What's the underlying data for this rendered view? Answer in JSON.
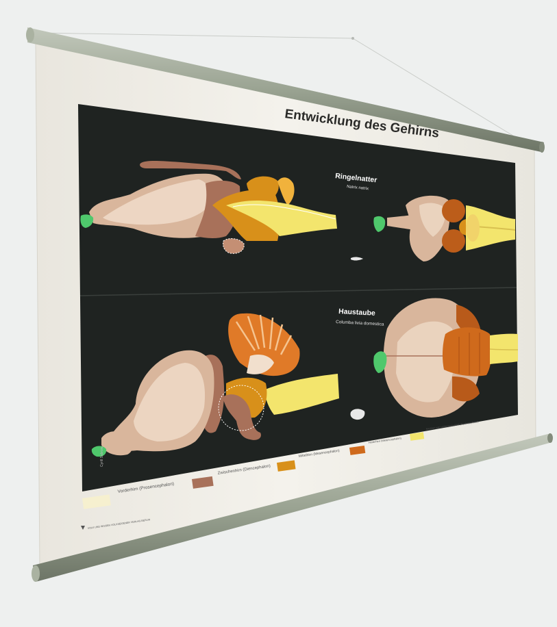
{
  "poster": {
    "title": "Entwicklung des Gehirns",
    "top_specimen": {
      "name": "Ringelnatter",
      "latin": "Natrix natrix"
    },
    "bottom_specimen": {
      "name": "Haustaube",
      "latin": "Columba livia domestica"
    },
    "legend": [
      {
        "label": "Vorderhirn (Prosencephalon)",
        "color": "#f6f0cf"
      },
      {
        "label": "Zwischenhirn (Diencephalon)",
        "color": "#a8715a"
      },
      {
        "label": "Mittelhirn (Mesencephalon)",
        "color": "#d8901a"
      },
      {
        "label": "Hinterhirn (Metencephalon)",
        "color": "#cf6a1c"
      },
      {
        "label": "Nachhirn oder verlängertes Mark (Myelencephalon)",
        "color": "#f3e56d"
      }
    ],
    "publisher": "VOLK UND WISSEN VOLKSEIGENER VERLAG BERLIN"
  },
  "colors": {
    "wall": "#eef0ef",
    "paper": "#f2f0ea",
    "panel": "#1f2321",
    "rod": "#9aa392",
    "brain_beige": "#d9b69c",
    "brain_light": "#f1dfcd",
    "brain_brown": "#a8715a",
    "mid_orange": "#d8901a",
    "cerebellum_orange": "#e07a28",
    "medulla_yellow": "#f3e56d",
    "olfactory_green": "#4fc86c"
  }
}
